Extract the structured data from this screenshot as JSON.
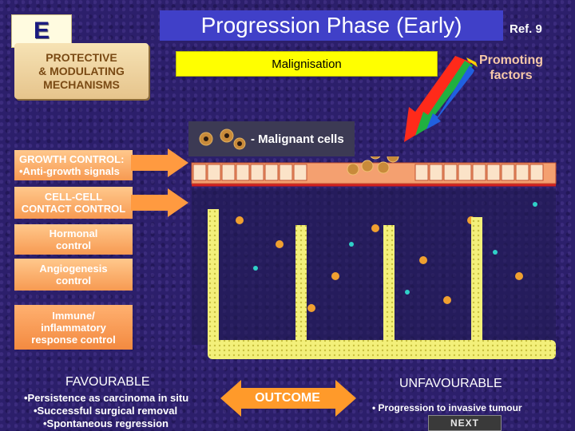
{
  "header": {
    "section_letter": "E",
    "title": "Progression Phase (Early)",
    "ref": "Ref. 9",
    "subtitle": "Malignisation"
  },
  "protective_label": "PROTECTIVE\n& MODULATING\nMECHANISMS",
  "promoting_label": "Promoting\nfactors",
  "legend_label": "- Malignant cells",
  "controls": [
    {
      "label": "GROWTH CONTROL:\n•Anti-growth signals"
    },
    {
      "label": "CELL-CELL\nCONTACT CONTROL"
    },
    {
      "label": "Hormonal\ncontrol"
    },
    {
      "label": "Angiogenesis\ncontrol"
    },
    {
      "label": "Immune/\ninflammatory\nresponse control"
    }
  ],
  "favourable": {
    "title": "FAVOURABLE",
    "items": [
      "•Persistence as carcinoma in situ",
      "•Successful surgical removal",
      "•Spontaneous regression"
    ]
  },
  "outcome_label": "OUTCOME",
  "unfavourable": {
    "title": "UNFAVOURABLE",
    "item": "• Progression to invasive tumour"
  },
  "next_label": "NEXT",
  "colors": {
    "background": "#2c1f6b",
    "title_bar": "#4040c8",
    "subtitle_bar": "#ffff00",
    "control_orange": "#f79a52",
    "tissue_yellow": "#f3f07a"
  }
}
